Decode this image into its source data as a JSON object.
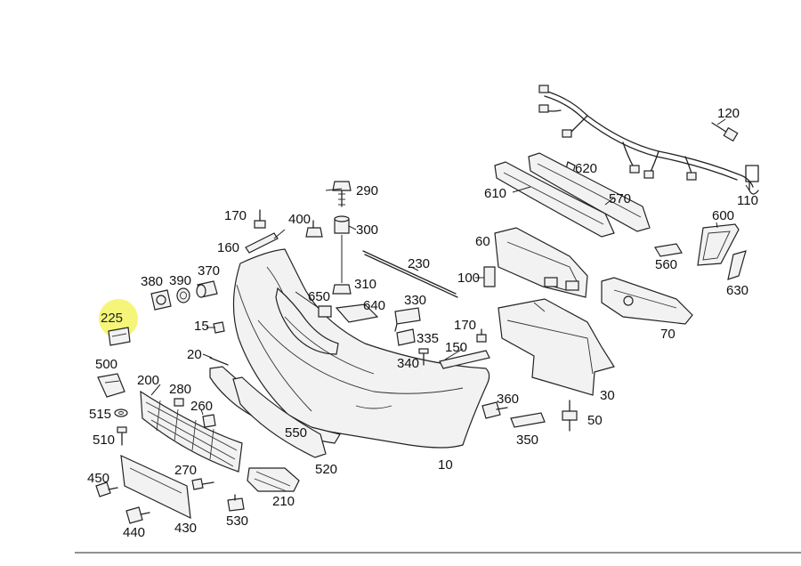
{
  "diagram": {
    "highlight_color": "#f4f46a",
    "highlighted_part": "225",
    "labels": [
      {
        "id": "p120",
        "text": "120"
      },
      {
        "id": "p620",
        "text": "620"
      },
      {
        "id": "p110",
        "text": "110"
      },
      {
        "id": "p290",
        "text": "290"
      },
      {
        "id": "p610",
        "text": "610"
      },
      {
        "id": "p570",
        "text": "570"
      },
      {
        "id": "p600",
        "text": "600"
      },
      {
        "id": "p170a",
        "text": "170"
      },
      {
        "id": "p400",
        "text": "400"
      },
      {
        "id": "p300",
        "text": "300"
      },
      {
        "id": "p160",
        "text": "160"
      },
      {
        "id": "p230",
        "text": "230"
      },
      {
        "id": "p60",
        "text": "60"
      },
      {
        "id": "p560",
        "text": "560"
      },
      {
        "id": "p380",
        "text": "380"
      },
      {
        "id": "p390",
        "text": "390"
      },
      {
        "id": "p370",
        "text": "370"
      },
      {
        "id": "p310",
        "text": "310"
      },
      {
        "id": "p100",
        "text": "100"
      },
      {
        "id": "p630",
        "text": "630"
      },
      {
        "id": "p650",
        "text": "650"
      },
      {
        "id": "p330",
        "text": "330"
      },
      {
        "id": "p640",
        "text": "640"
      },
      {
        "id": "p225",
        "text": "225"
      },
      {
        "id": "p15",
        "text": "15"
      },
      {
        "id": "p170b",
        "text": "170"
      },
      {
        "id": "p70",
        "text": "70"
      },
      {
        "id": "p335",
        "text": "335"
      },
      {
        "id": "p20",
        "text": "20"
      },
      {
        "id": "p150",
        "text": "150"
      },
      {
        "id": "p340",
        "text": "340"
      },
      {
        "id": "p500",
        "text": "500"
      },
      {
        "id": "p200",
        "text": "200"
      },
      {
        "id": "p280",
        "text": "280"
      },
      {
        "id": "p360",
        "text": "360"
      },
      {
        "id": "p30",
        "text": "30"
      },
      {
        "id": "p260",
        "text": "260"
      },
      {
        "id": "p515",
        "text": "515"
      },
      {
        "id": "p50",
        "text": "50"
      },
      {
        "id": "p510",
        "text": "510"
      },
      {
        "id": "p550",
        "text": "550"
      },
      {
        "id": "p350",
        "text": "350"
      },
      {
        "id": "p10",
        "text": "10"
      },
      {
        "id": "p270",
        "text": "270"
      },
      {
        "id": "p520",
        "text": "520"
      },
      {
        "id": "p450",
        "text": "450"
      },
      {
        "id": "p210",
        "text": "210"
      },
      {
        "id": "p530",
        "text": "530"
      },
      {
        "id": "p440",
        "text": "440"
      },
      {
        "id": "p430",
        "text": "430"
      }
    ]
  }
}
